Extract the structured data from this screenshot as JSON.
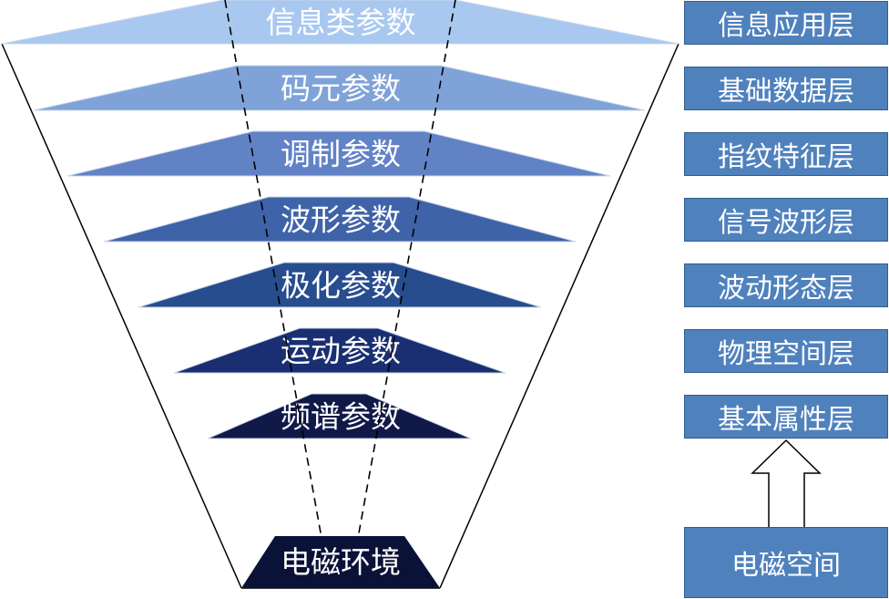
{
  "diagram": {
    "parameter_layers": [
      {
        "label": "信息类参数",
        "color": "#a8c8ef"
      },
      {
        "label": "码元参数",
        "color": "#7fa3d8"
      },
      {
        "label": "调制参数",
        "color": "#6282c6"
      },
      {
        "label": "波形参数",
        "color": "#3f63a8"
      },
      {
        "label": "极化参数",
        "color": "#274d8f"
      },
      {
        "label": "运动参数",
        "color": "#1a2f72"
      },
      {
        "label": "频谱参数",
        "color": "#101948"
      }
    ],
    "base": {
      "label": "电磁环境",
      "color": "#0b1238"
    },
    "side_layers": [
      "信息应用层",
      "基础数据层",
      "指纹特征层",
      "信号波形层",
      "波动形态层",
      "物理空间层",
      "基本属性层"
    ],
    "space_label": "电磁空间",
    "arrow_direction": "up",
    "side_box_color": "#4f81bd"
  }
}
